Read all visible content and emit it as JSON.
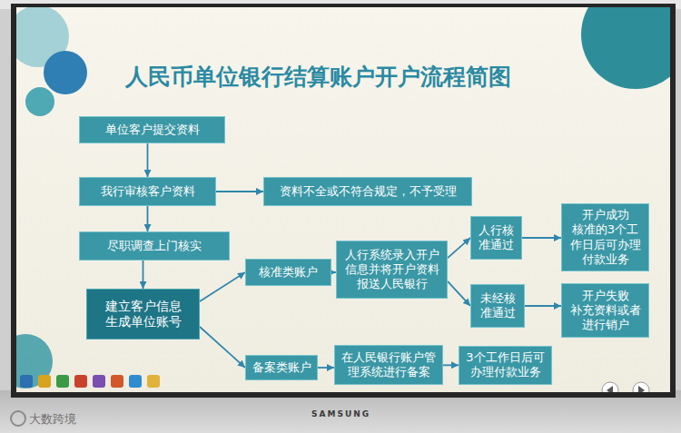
{
  "diagram": {
    "title": "人民币单位银行结算账户开户流程简图",
    "nodes": [
      {
        "text": [
          "单位客户提交资料"
        ]
      },
      {
        "text": [
          "我行审核客户资料"
        ]
      },
      {
        "text": [
          "资料不全或不符合规定，不予受理"
        ]
      },
      {
        "text": [
          "尽职调查上门核实"
        ]
      },
      {
        "text": [
          "建立客户信息 生成单位账号"
        ]
      },
      {
        "text": [
          "核准类账户"
        ]
      },
      {
        "text": [
          "人行系统录入开户 信息并将开户资料 报送人民银行"
        ]
      },
      {
        "text": [
          "人行核 准通过"
        ]
      },
      {
        "text": [
          "开户成功 核准的3个工 作日后可办理 付款业务"
        ]
      },
      {
        "text": [
          "未经核 准通过"
        ]
      },
      {
        "text": [
          "开户失败 补充资料或者 进行销户"
        ]
      },
      {
        "text": [
          "备案类账户"
        ]
      },
      {
        "text": [
          "在人民银行账户管 理系统进行备案"
        ]
      },
      {
        "text": [
          "3个工作日后可 办理付款业务"
        ]
      }
    ],
    "edges": [
      {
        "from": 0,
        "to": 1,
        "arrow": "to"
      },
      {
        "from": 1,
        "to": 2,
        "arrow": "to"
      },
      {
        "from": 1,
        "to": 3,
        "arrow": "to"
      },
      {
        "from": 3,
        "to": 4,
        "arrow": "to"
      },
      {
        "from": 4,
        "to": 5,
        "arrow": "to"
      },
      {
        "from": 4,
        "to": 11,
        "arrow": "to"
      },
      {
        "from": 5,
        "to": 6,
        "arrow": "to"
      },
      {
        "from": 6,
        "to": 7,
        "arrow": "to"
      },
      {
        "from": 6,
        "to": 9,
        "arrow": "to"
      },
      {
        "from": 7,
        "to": 8,
        "arrow": "to"
      },
      {
        "from": 9,
        "to": 10,
        "arrow": "to"
      },
      {
        "from": 11,
        "to": 12,
        "arrow": "to"
      },
      {
        "from": 12,
        "to": 13,
        "arrow": "to"
      }
    ],
    "labels": [
      "SAMSUNG",
      "大数跨境"
    ]
  }
}
